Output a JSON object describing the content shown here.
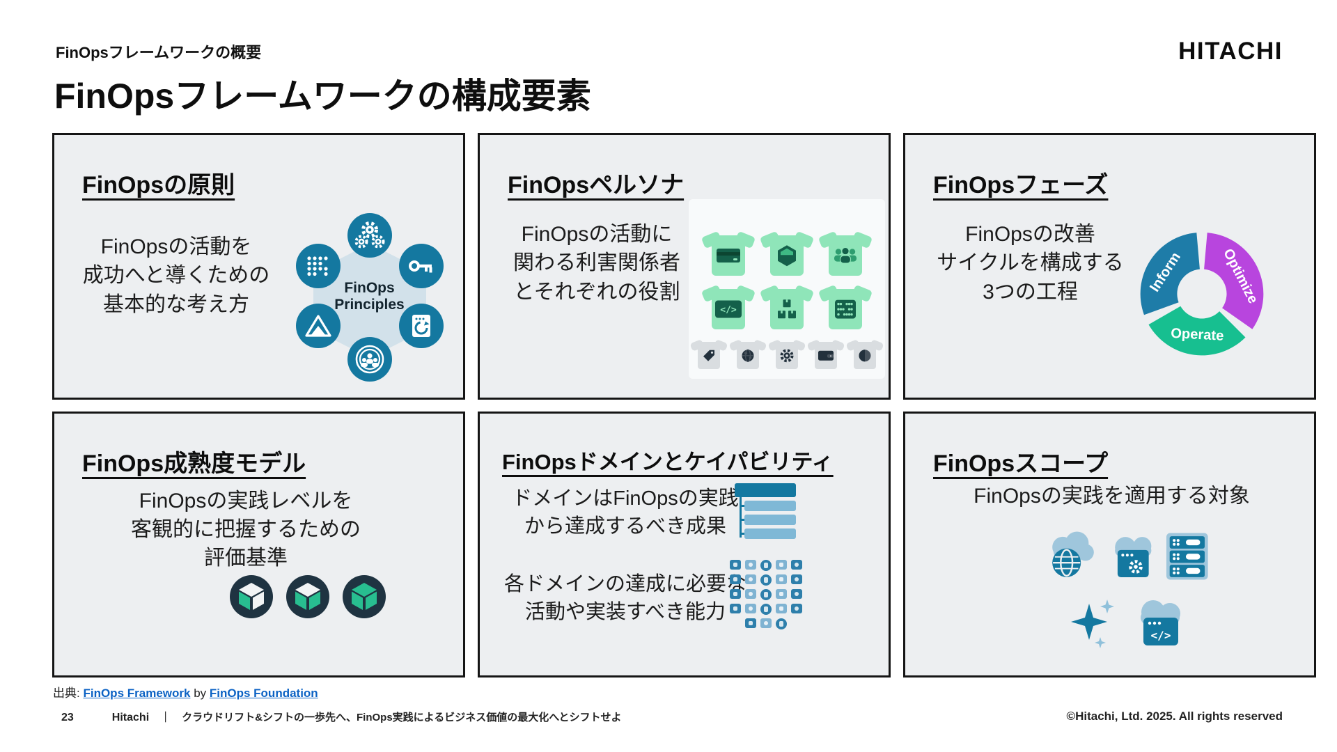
{
  "slide": {
    "kicker": "FinOpsフレームワークの概要",
    "title": "FinOpsフレームワークの構成要素",
    "logo_text": "HITACHI"
  },
  "panels": {
    "principles": {
      "heading": "FinOpsの原則",
      "body": "FinOpsの活動を\n成功へと導くための\n基本的な考え方",
      "diagram_center_label": "FinOps\nPrinciples",
      "icons": [
        "gears",
        "dots-grid",
        "key",
        "pyramid",
        "report-refresh",
        "collaboration"
      ]
    },
    "personas": {
      "heading": "FinOpsペルソナ",
      "body": "FinOpsの活動に\n関わる利害関係者\nとそれぞれの役割",
      "green_shirt_icons": [
        "credit-card",
        "shield-hexagon",
        "team",
        "code",
        "boxes",
        "abacus"
      ],
      "gray_shirt_icons": [
        "tag",
        "globe",
        "gear",
        "wallet",
        "sphere"
      ],
      "code_glyph": "</>"
    },
    "phases": {
      "heading": "FinOpsフェーズ",
      "body": "FinOpsの改善\nサイクルを構成する\n3つの工程",
      "items": [
        {
          "label": "Inform",
          "color": "#1E7CA8"
        },
        {
          "label": "Optimize",
          "color": "#B845DE"
        },
        {
          "label": "Operate",
          "color": "#17BF90"
        }
      ]
    },
    "maturity": {
      "heading": "FinOps成熟度モデル",
      "body": "FinOpsの実践レベルを\n客観的に把握するための\n評価基準",
      "stages": [
        {
          "top": "#F2F4F5",
          "left": "#28BE90",
          "right": "#F2F4F5"
        },
        {
          "top": "#F2F4F5",
          "left": "#28BE90",
          "right": "#28BE90"
        },
        {
          "top": "#28BE90",
          "left": "#28BE90",
          "right": "#28BE90"
        }
      ]
    },
    "domains": {
      "heading": "FinOpsドメインとケイパビリティ",
      "body_domains": "ドメインはFinOpsの実践\nから達成するべき成果",
      "body_capabilities": "各ドメインの達成に必要な\n活動や実装すべき能力",
      "capability_icon_rows": [
        5,
        5,
        5,
        5,
        3
      ]
    },
    "scope": {
      "heading": "FinOpsスコープ",
      "body": "FinOpsの実践を適用する対象",
      "icons": [
        "public-cloud-globe",
        "saas-window",
        "datacenter-rack",
        "ai-sparkle",
        "cloud-code"
      ],
      "code_glyph": "</>"
    }
  },
  "source": {
    "prefix": "出典:",
    "link_framework": "FinOps Framework",
    "connector": "by",
    "link_foundation": "FinOps Foundation"
  },
  "footer": {
    "page_number": "23",
    "brand": "Hitachi",
    "separator": "｜",
    "tagline": "クラウドリフト&シフトの一歩先へ、FinOps実践によるビジネス価値の最大化へとシフトせよ",
    "copyright": "©Hitachi, Ltd. 2025. All rights reserved"
  },
  "colors": {
    "accent_teal": "#1478A0",
    "panel_bg": "#EDEFF1",
    "panel_border": "#151515",
    "hexagon_bg": "#D2E1EA",
    "inform": "#1E7CA8",
    "optimize": "#B845DE",
    "operate": "#17BF90",
    "shirt_green": "#8FE5B9",
    "shirt_icon_green": "#14604A",
    "shirt_gray": "#D9DDE0",
    "shirt_icon_navy": "#22303C",
    "maturity_circle": "#1F3341",
    "maturity_green": "#28BE90",
    "bar_dark": "#1478A0",
    "bar_light": "#7FB8D6",
    "cloud_light": "#9FC6DC",
    "link_blue": "#0B62C4"
  }
}
